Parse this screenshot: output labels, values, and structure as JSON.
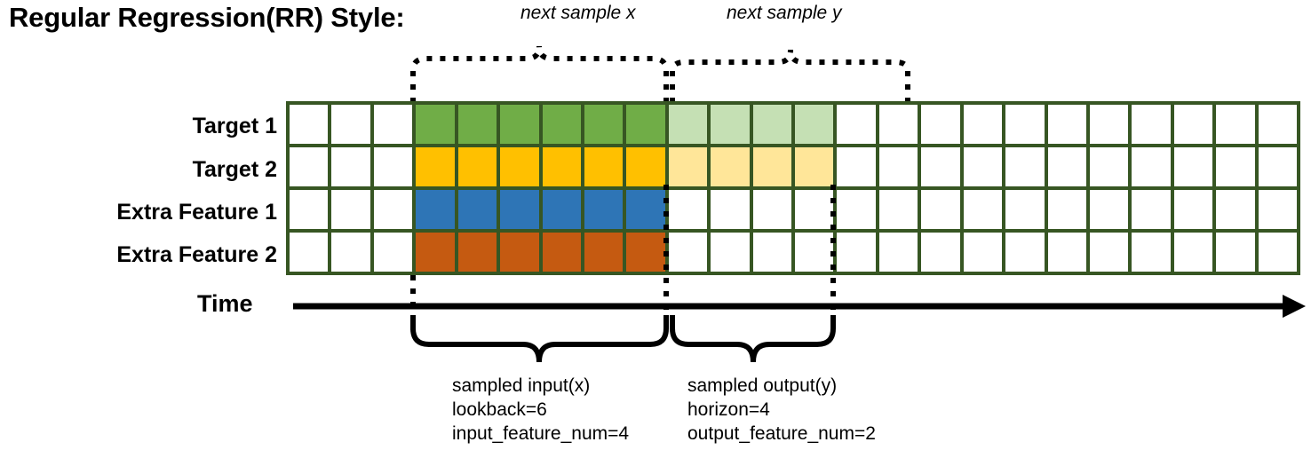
{
  "title": "Regular Regression(RR) Style:",
  "top_brackets": [
    {
      "label": "next sample x"
    },
    {
      "label": "next sample y"
    }
  ],
  "time_axis": {
    "label": "Time",
    "arrow_icon": "arrow-right-icon"
  },
  "rows": [
    {
      "label": "Target 1"
    },
    {
      "label": "Target 2"
    },
    {
      "label": "Extra Feature 1"
    },
    {
      "label": "Extra Feature 2"
    }
  ],
  "grid": {
    "columns": 24,
    "cells": [
      [
        "white",
        "white",
        "white",
        "green",
        "green",
        "green",
        "green",
        "green",
        "green",
        "greenlight",
        "greenlight",
        "greenlight",
        "greenlight",
        "white",
        "white",
        "white",
        "white",
        "white",
        "white",
        "white",
        "white",
        "white",
        "white",
        "white"
      ],
      [
        "white",
        "white",
        "white",
        "gold",
        "gold",
        "gold",
        "gold",
        "gold",
        "gold",
        "goldlight",
        "goldlight",
        "goldlight",
        "goldlight",
        "white",
        "white",
        "white",
        "white",
        "white",
        "white",
        "white",
        "white",
        "white",
        "white",
        "white"
      ],
      [
        "white",
        "white",
        "white",
        "blue",
        "blue",
        "blue",
        "blue",
        "blue",
        "blue",
        "white",
        "white",
        "white",
        "white",
        "white",
        "white",
        "white",
        "white",
        "white",
        "white",
        "white",
        "white",
        "white",
        "white",
        "white"
      ],
      [
        "white",
        "white",
        "white",
        "orange",
        "orange",
        "orange",
        "orange",
        "orange",
        "orange",
        "white",
        "white",
        "white",
        "white",
        "white",
        "white",
        "white",
        "white",
        "white",
        "white",
        "white",
        "white",
        "white",
        "white",
        "white"
      ]
    ]
  },
  "colors": {
    "grid_border": "#375623",
    "green": "#70AD47",
    "green_light": "#C5E0B4",
    "gold": "#FFC000",
    "gold_light": "#FFE699",
    "blue": "#2E75B6",
    "orange": "#C55A11",
    "background": "#FFFFFF",
    "ink": "#000000"
  },
  "bottom_notes": {
    "input": {
      "line1": "sampled input(x)",
      "line2": "lookback=6",
      "line3": "input_feature_num=4"
    },
    "output": {
      "line1": "sampled output(y)",
      "line2": "horizon=4",
      "line3": "output_feature_num=2"
    }
  }
}
